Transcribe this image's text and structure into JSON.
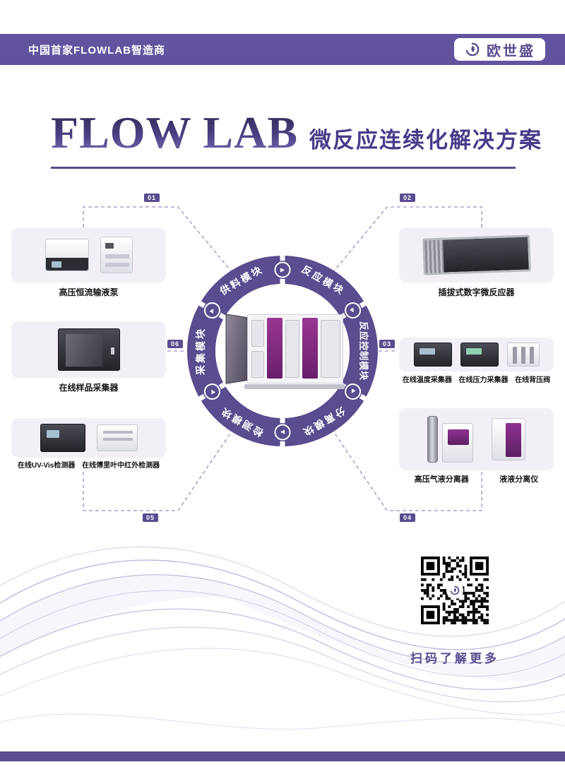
{
  "colors": {
    "purple": "#5b4b8f",
    "header_purple": "#63539f",
    "title_gradient_top": "#2c2850",
    "title_gradient_bottom": "#7b6cb4",
    "accent_magenta": "#8d3190",
    "box_bg": "#f2f0f6"
  },
  "header": {
    "tagline": "中国首家FLOWLAB智造商",
    "brand_name": "欧世盛"
  },
  "title": {
    "en": "FLOW LAB",
    "zh": "微反应连续化解决方案"
  },
  "icons": {
    "flow_arrow": "▶"
  },
  "diagram": {
    "modules": [
      "供料模块",
      "反应模块",
      "反应控制模块",
      "分离模块",
      "检测模块",
      "采集模块"
    ],
    "nums": [
      "01",
      "02",
      "03",
      "04",
      "05",
      "06"
    ]
  },
  "products": {
    "pump": {
      "label": "高压恒流输液泵"
    },
    "sampler": {
      "label": "在线样品采集器"
    },
    "detectors": {
      "labels": [
        "在线UV-Vis检测器",
        "在线傅里叶中红外检测器"
      ]
    },
    "reactor": {
      "label": "插拔式数字微反应器"
    },
    "monitors": {
      "labels": [
        "在线温度采集器",
        "在线压力采集器",
        "在线背压阀"
      ]
    },
    "separators": {
      "labels": [
        "高压气液分离器",
        "液液分离仪"
      ]
    }
  },
  "qr": {
    "caption": "扫码了解更多"
  }
}
